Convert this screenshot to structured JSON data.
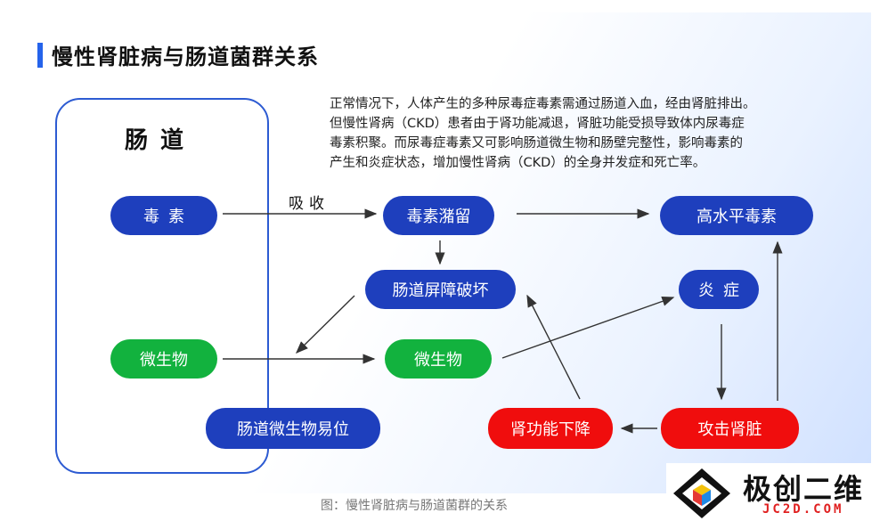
{
  "title": "慢性肾脏病与肠道菌群关系",
  "description": [
    "正常情况下，人体产生的多种尿毒症毒素需通过肠道入血，经由肾脏排出。",
    "但慢性肾病（CKD）患者由于肾功能减退，肾脏功能受损导致体内尿毒症",
    "毒素积聚。而尿毒症毒素又可影响肠道微生物和肠壁完整性，影响毒素的",
    "产生和炎症状态，增加慢性肾病（CKD）的全身并发症和死亡率。"
  ],
  "intestine_label": "肠道",
  "nodes": {
    "toxin": "毒素",
    "microbe_left": "微生物",
    "translocation": "肠道微生物易位",
    "retention": "毒素潴留",
    "barrier": "肠道屏障破坏",
    "microbe_mid": "微生物",
    "renal_decline": "肾功能下降",
    "high_toxin": "高水平毒素",
    "inflammation": "炎症",
    "kidney_attack": "攻击肾脏"
  },
  "edge_label": "吸收",
  "caption": "图：慢性肾脏病与肠道菌群的关系",
  "logo": {
    "name": "极创二维",
    "domain": "JC2D.COM"
  },
  "colors": {
    "blue": "#1e3fbd",
    "green": "#12b23e",
    "red": "#f00d0d",
    "accent": "#2563eb"
  }
}
